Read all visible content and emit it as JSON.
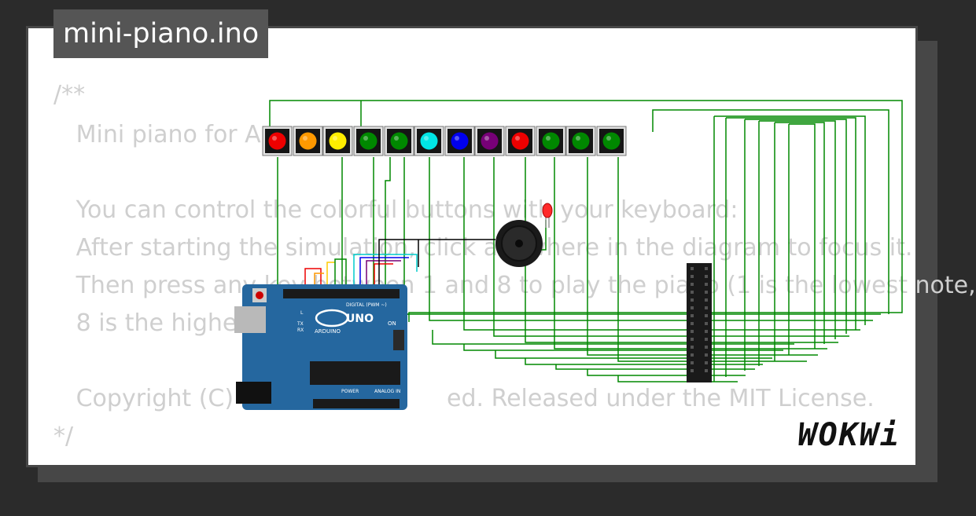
{
  "file_tab": {
    "title": "mini-piano.ino"
  },
  "code_lines": [
    "/**",
    "   Mini piano for A",
    "",
    "   You can control the colorful buttons with your keyboard:",
    "   After starting the simulation, click anywhere in the diagram to focus it.",
    "   Then press any key between 1 and 8 to play the piano (1 is the lowest note,",
    "   8 is the highest).",
    "",
    "   Copyright (C) 2",
    "*/"
  ],
  "code_line_copyright_tail": "ed. Released under the MIT License.",
  "arduino": {
    "model": "UNO",
    "brand": "ARDUINO",
    "digital_label": "DIGITAL (PWM ~)",
    "analog_label": "ANALOG IN",
    "power_label": "POWER",
    "on_label": "ON",
    "tx_label": "TX",
    "rx_label": "RX",
    "l_label": "L"
  },
  "buttons": [
    {
      "color": "#ee0000"
    },
    {
      "color": "#ff9900"
    },
    {
      "color": "#ffee00"
    },
    {
      "color": "#008800"
    },
    {
      "color": "#008800"
    },
    {
      "color": "#00e5e5"
    },
    {
      "color": "#0000ee"
    },
    {
      "color": "#770077"
    },
    {
      "color": "#ee0000"
    },
    {
      "color": "#008800"
    },
    {
      "color": "#008800"
    },
    {
      "color": "#008800"
    }
  ],
  "colors": {
    "wire_green": "#008800",
    "board_blue": "#25679f",
    "led_red": "#ff2a2a"
  },
  "brand_logo": "WOKWi"
}
